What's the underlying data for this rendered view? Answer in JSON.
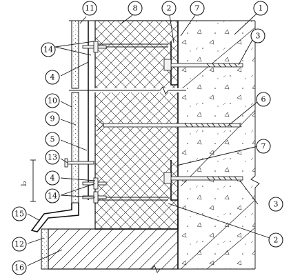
{
  "callouts": [
    {
      "id": "c1",
      "label": "1"
    },
    {
      "id": "c2",
      "label": "2"
    },
    {
      "id": "c2b",
      "label": "2"
    },
    {
      "id": "c3",
      "label": "3"
    },
    {
      "id": "c3b",
      "label": "3"
    },
    {
      "id": "c4",
      "label": "4"
    },
    {
      "id": "c4b",
      "label": "4"
    },
    {
      "id": "c5",
      "label": "5"
    },
    {
      "id": "c6",
      "label": "6"
    },
    {
      "id": "c7",
      "label": "7"
    },
    {
      "id": "c7b",
      "label": "7"
    },
    {
      "id": "c8",
      "label": "8"
    },
    {
      "id": "c9",
      "label": "9"
    },
    {
      "id": "c10",
      "label": "10"
    },
    {
      "id": "c11",
      "label": "11"
    },
    {
      "id": "c12",
      "label": "12"
    },
    {
      "id": "c13",
      "label": "13"
    },
    {
      "id": "c14",
      "label": "14"
    },
    {
      "id": "c14b",
      "label": "14"
    },
    {
      "id": "c15",
      "label": "15"
    },
    {
      "id": "c16",
      "label": "16"
    }
  ],
  "dimension": {
    "label": "l₂"
  }
}
